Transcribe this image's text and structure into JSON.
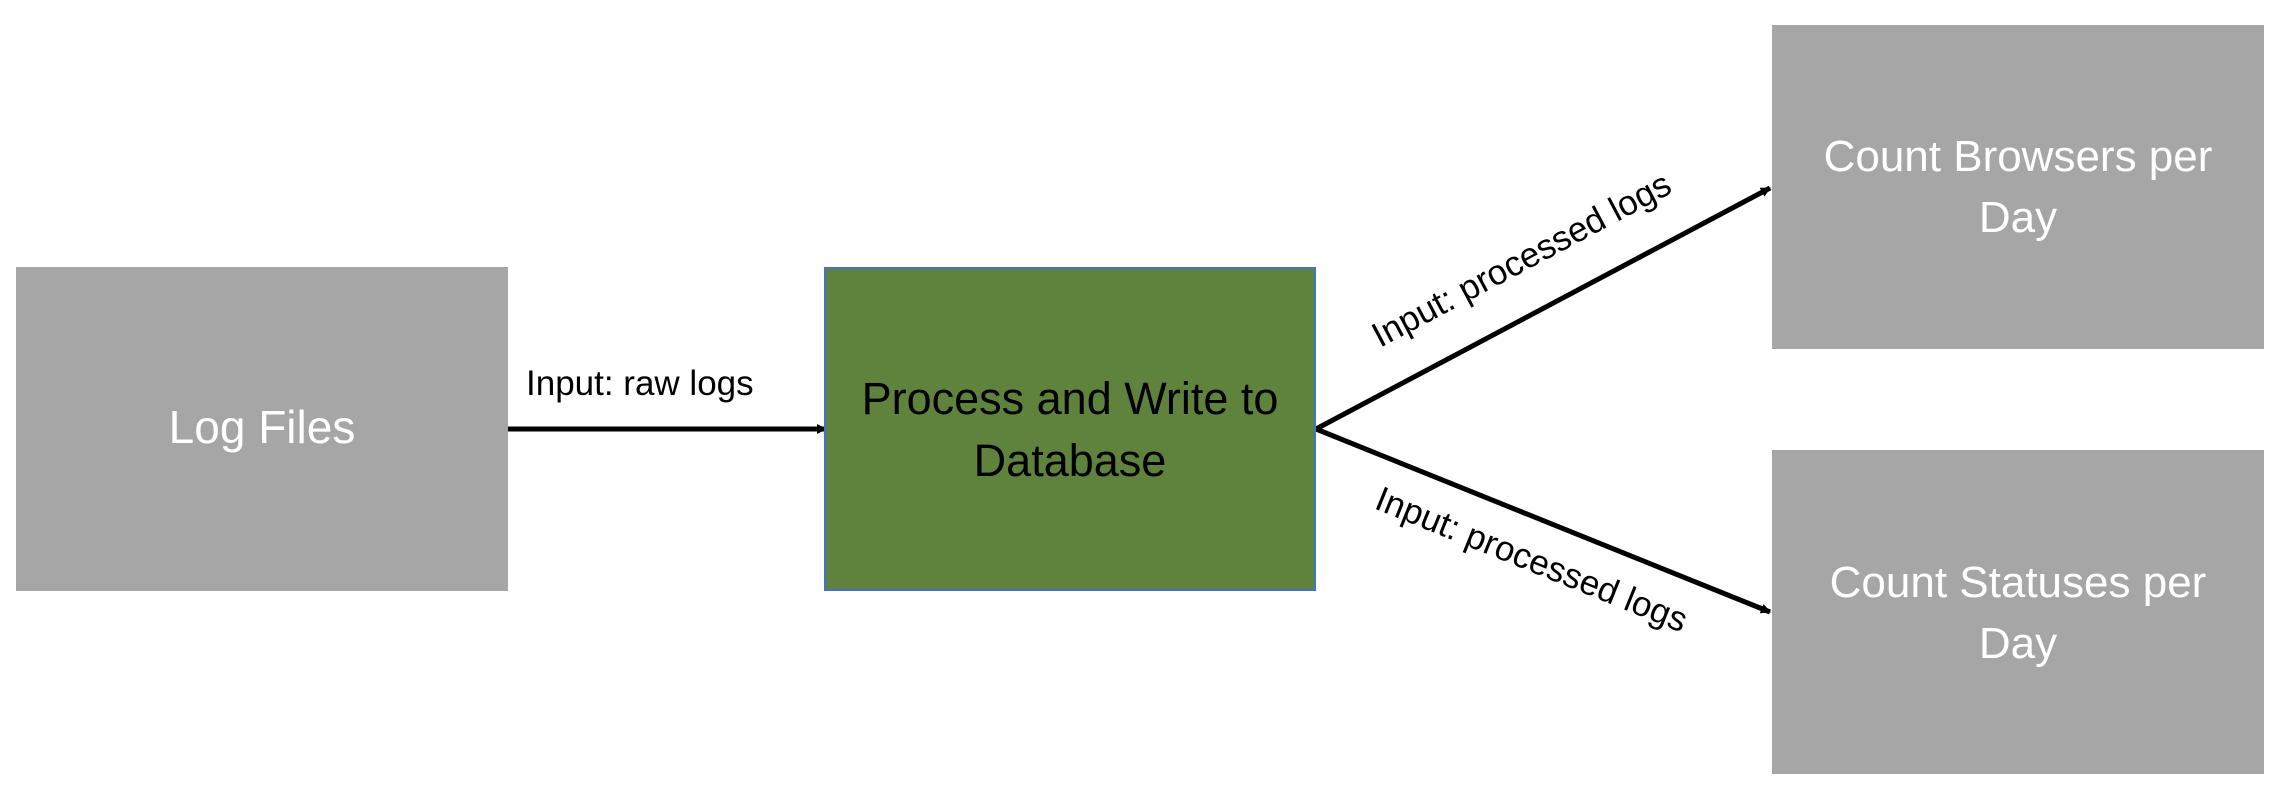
{
  "diagram": {
    "nodes": {
      "log_files": {
        "lines": [
          "Log Files"
        ],
        "fill": "#a6a6a6",
        "text_color": "#ffffff"
      },
      "process": {
        "lines": [
          "Process and Write to",
          "Database"
        ],
        "fill": "#5f823d",
        "border": "#4472c4",
        "text_color": "#000000"
      },
      "browsers": {
        "lines": [
          "Count Browsers per",
          "Day"
        ],
        "fill": "#a6a6a6",
        "text_color": "#ffffff"
      },
      "statuses": {
        "lines": [
          "Count Statuses per",
          "Day"
        ],
        "fill": "#a6a6a6",
        "text_color": "#ffffff"
      }
    },
    "edges": {
      "raw": {
        "label": "Input: raw logs"
      },
      "to_browsers": {
        "label": "Input: processed logs"
      },
      "to_statuses": {
        "label": "Input: processed logs"
      }
    },
    "arrow_color": "#000000"
  }
}
